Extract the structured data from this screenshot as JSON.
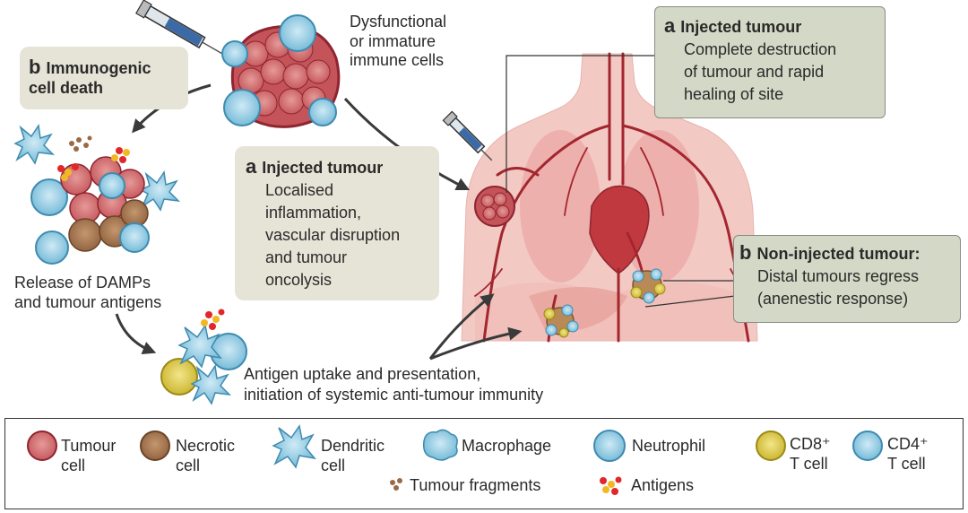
{
  "panel_b_icd": {
    "letter": "b",
    "title_line1": "Immunogenic",
    "title_line2": "cell death"
  },
  "release_text": {
    "line1": "Release of DAMPs",
    "line2": "and tumour antigens"
  },
  "dysfunctional_text": {
    "line1": "Dysfunctional",
    "line2": "or immature",
    "line3": "immune cells"
  },
  "injected_tumour_local": {
    "letter": "a",
    "title": "Injected tumour",
    "lines": [
      "Localised",
      "inflammation,",
      "vascular disruption",
      "and tumour",
      "oncolysis"
    ]
  },
  "injected_tumour_site": {
    "letter": "a",
    "title": "Injected tumour",
    "lines": [
      "Complete destruction",
      "of tumour and rapid",
      "healing of site"
    ]
  },
  "non_injected_tumour": {
    "letter": "b",
    "title": "Non-injected tumour:",
    "lines": [
      "Distal tumours regress",
      "(anenestic response)"
    ]
  },
  "antigen_text": {
    "line1": "Antigen uptake and presentation,",
    "line2": "initiation of systemic anti-tumour immunity"
  },
  "legend": {
    "tumour_cell": {
      "line1": "Tumour",
      "line2": "cell"
    },
    "necrotic_cell": {
      "line1": "Necrotic",
      "line2": "cell"
    },
    "dendritic_cell": {
      "line1": "Dendritic",
      "line2": "cell"
    },
    "macrophage": "Macrophage",
    "neutrophil": "Neutrophil",
    "cd8": {
      "line1": "CD8⁺",
      "line2": "T cell"
    },
    "cd4": {
      "line1": "CD4⁺",
      "line2": "T cell"
    },
    "tumour_fragments": "Tumour fragments",
    "antigens": "Antigens"
  },
  "colors": {
    "tumour": "#c4545a",
    "tumour_dark": "#8e2530",
    "necrotic": "#9a6a45",
    "immune_blue": "#7cc0dc",
    "cd8_yellow": "#d8c23a",
    "body_pink": "#f3c9c4",
    "vessel": "#a3262f",
    "box_grey": "#e6e4d7",
    "box_olive": "#d4d8c6"
  }
}
